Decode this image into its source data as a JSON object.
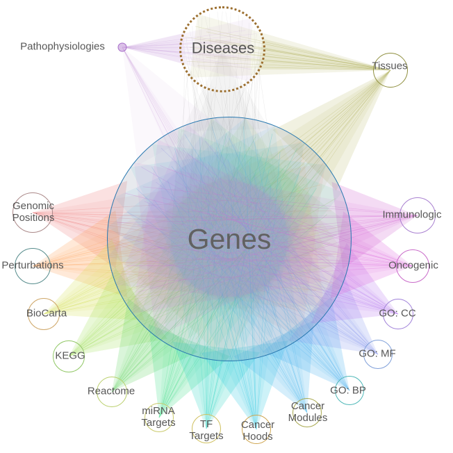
{
  "nodes": {
    "genes": {
      "label": "Genes",
      "color": "#2878b0"
    },
    "diseases": {
      "label": "Diseases",
      "color": "#9c6f2f",
      "edge_color": "#6f6f6f"
    },
    "pathophysiologies": {
      "label": "Pathophysiologies",
      "color": "#a86fc9",
      "edge_color": "#c9a0dc"
    },
    "tissues": {
      "label": "Tissues",
      "color": "#8f8f3f",
      "edge_color": "#a6a645"
    },
    "genomic-positions": {
      "label": "Genomic Positions",
      "color": "#aa8888",
      "edge_color": "#f08080"
    },
    "perturbations": {
      "label": "Perturbations",
      "color": "#558b8b",
      "edge_color": "#ffa35c"
    },
    "biocarta": {
      "label": "BioCarta",
      "color": "#cfa86a",
      "edge_color": "#d4e157"
    },
    "kegg": {
      "label": "KEGG",
      "color": "#94c96a",
      "edge_color": "#a2e05a"
    },
    "reactome": {
      "label": "Reactome",
      "color": "#b9cf6a",
      "edge_color": "#66d466"
    },
    "mirna-targets": {
      "label": "miRNA Targets",
      "color": "#c9c96a",
      "edge_color": "#44dd88"
    },
    "tf-targets": {
      "label": "TF Targets",
      "color": "#cfc05f",
      "edge_color": "#2fd6c3"
    },
    "cancer-hoods": {
      "label": "Cancer Hoods",
      "color": "#cfa54f",
      "edge_color": "#2fc9e0"
    },
    "cancer-modules": {
      "label": "Cancer Modules",
      "color": "#a8a84f",
      "edge_color": "#4fb8ee"
    },
    "go-bp": {
      "label": "GO: BP",
      "color": "#4fb8b8",
      "edge_color": "#49b0f0"
    },
    "go-mf": {
      "label": "GO: MF",
      "color": "#7f9fd9",
      "edge_color": "#8899f0"
    },
    "go-cc": {
      "label": "GO: CC",
      "color": "#9f7fd9",
      "edge_color": "#b77af0"
    },
    "oncogenic": {
      "label": "Oncogenic",
      "color": "#c96ac9",
      "edge_color": "#dd66dd"
    },
    "immunologic": {
      "label": "Immunologic",
      "color": "#a87fd0",
      "edge_color": "#d36ad3"
    }
  },
  "edges": [
    {
      "source": "genes",
      "target": "diseases"
    },
    {
      "source": "genes",
      "target": "tissues"
    },
    {
      "source": "genes",
      "target": "pathophysiologies"
    },
    {
      "source": "diseases",
      "target": "tissues"
    },
    {
      "source": "diseases",
      "target": "pathophysiologies"
    },
    {
      "source": "genes",
      "target": "genomic-positions"
    },
    {
      "source": "genes",
      "target": "perturbations"
    },
    {
      "source": "genes",
      "target": "biocarta"
    },
    {
      "source": "genes",
      "target": "kegg"
    },
    {
      "source": "genes",
      "target": "reactome"
    },
    {
      "source": "genes",
      "target": "mirna-targets"
    },
    {
      "source": "genes",
      "target": "tf-targets"
    },
    {
      "source": "genes",
      "target": "cancer-hoods"
    },
    {
      "source": "genes",
      "target": "cancer-modules"
    },
    {
      "source": "genes",
      "target": "go-bp"
    },
    {
      "source": "genes",
      "target": "go-mf"
    },
    {
      "source": "genes",
      "target": "go-cc"
    },
    {
      "source": "genes",
      "target": "oncogenic"
    },
    {
      "source": "genes",
      "target": "immunologic"
    }
  ]
}
